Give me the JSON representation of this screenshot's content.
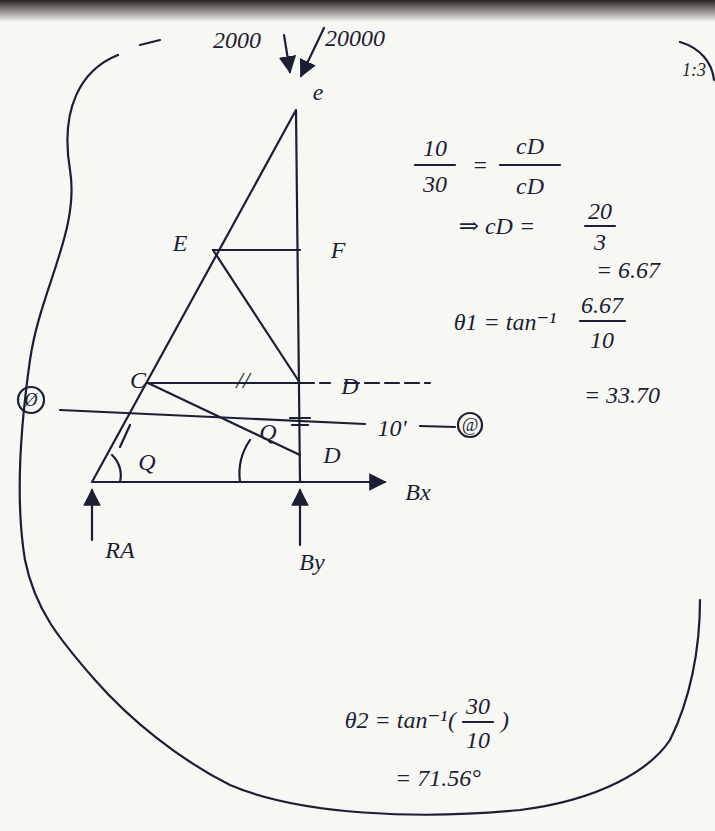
{
  "diagram": {
    "labels": [
      "2000",
      "20000",
      "e",
      "E",
      "F",
      "C",
      "D",
      "//",
      "Q",
      "Q",
      "D",
      "10'",
      "Bx",
      "By",
      "RA",
      "10",
      "30",
      "=",
      "cD",
      "cD",
      "⇒ cD =",
      "20",
      "3",
      "= 6.67",
      "θ1 = tan⁻¹",
      "6.67",
      "10",
      "= 33.70",
      "θ2 = tan⁻¹",
      "(",
      "30",
      "10",
      ")",
      "= 71.56°",
      "1:3",
      "Ø",
      "@"
    ]
  }
}
